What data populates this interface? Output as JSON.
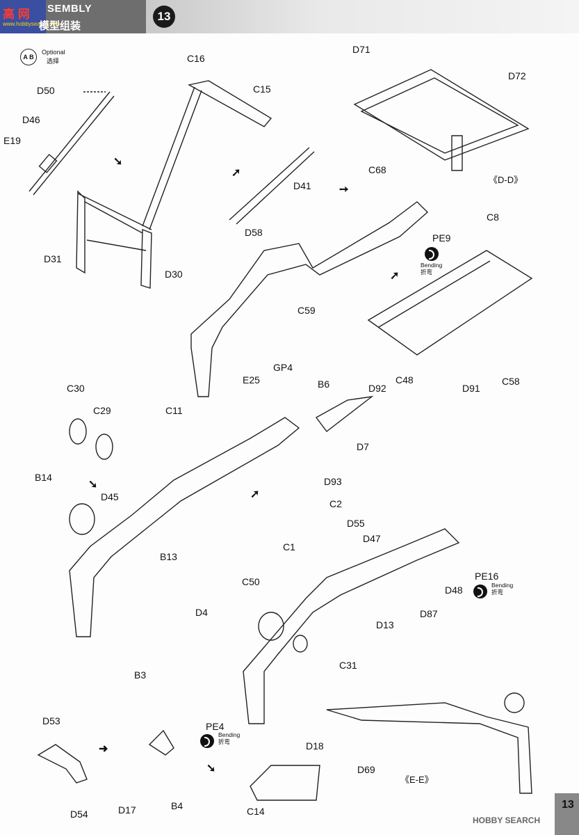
{
  "header": {
    "site_logo": "高 网",
    "site_url": "www.hobbysearch.com",
    "title": "SEMBLY",
    "subtitle": "模型组装",
    "step_number": "13"
  },
  "optional_note": {
    "icon": "A B",
    "en": "Optional",
    "cn": "选择"
  },
  "bending_note": {
    "en": "Bending",
    "cn": "折弯"
  },
  "views": {
    "dd": "《D-D》",
    "ee": "《E-E》"
  },
  "parts": {
    "D50": "D50",
    "D46": "D46",
    "E19": "E19",
    "C16": "C16",
    "C15": "C15",
    "D31": "D31",
    "D30": "D30",
    "D41": "D41",
    "D58": "D58",
    "D71": "D71",
    "D72": "D72",
    "C68": "C68",
    "C8": "C8",
    "PE9": "PE9",
    "C59": "C59",
    "D92": "D92",
    "C48": "C48",
    "D91": "D91",
    "C58": "C58",
    "GP4": "GP4",
    "E25": "E25",
    "B6": "B6",
    "C30": "C30",
    "C29": "C29",
    "C11": "C11",
    "D7": "D7",
    "D93": "D93",
    "C2": "C2",
    "B14": "B14",
    "D45": "D45",
    "B13": "B13",
    "C1": "C1",
    "D55": "D55",
    "D47": "D47",
    "C50": "C50",
    "PE16": "PE16",
    "D48": "D48",
    "D4": "D4",
    "D87": "D87",
    "D13": "D13",
    "C31": "C31",
    "B3": "B3",
    "D53": "D53",
    "PE4": "PE4",
    "D18": "D18",
    "D69": "D69",
    "D54": "D54",
    "D17": "D17",
    "B4": "B4",
    "C14": "C14"
  },
  "page_number": "13",
  "watermark": "HOBBY SEARCH"
}
